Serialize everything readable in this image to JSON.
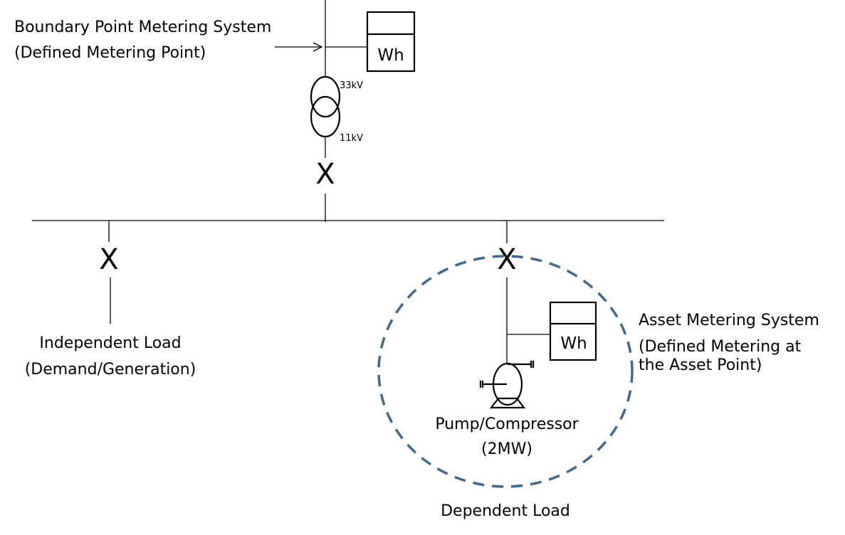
{
  "labels": {
    "boundary_title": "Boundary Point Metering System",
    "boundary_sub": "(Defined Metering Point)",
    "hv": "33kV",
    "lv": "11kV",
    "independent_title": "Independent Load",
    "independent_sub": "(Demand/Generation)",
    "asset_title": "Asset Metering System",
    "asset_sub1": "(Defined Metering at",
    "asset_sub2": "the Asset Point)",
    "pump_title": "Pump/Compressor",
    "pump_sub": "(2MW)",
    "dependent": "Dependent Load",
    "meter_unit": "Wh",
    "breaker": "X"
  },
  "colors": {
    "dashed_boundary": "#41698F"
  }
}
